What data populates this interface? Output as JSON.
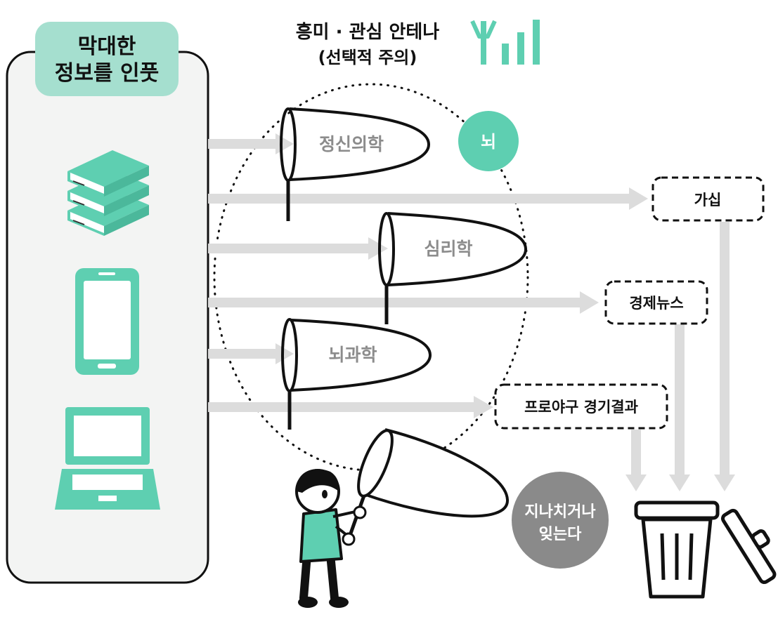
{
  "colors": {
    "accent": "#5ecfb1",
    "accent_light": "#a5dfcf",
    "panel_bg": "#f3f4f3",
    "arrow": "#dcdcdc",
    "gray_circle": "#8a8a8a",
    "ink": "#111111"
  },
  "input_box": {
    "title_line1": "막대한",
    "title_line2": "정보를 인풋",
    "icons": [
      "books-icon",
      "smartphone-icon",
      "laptop-icon"
    ]
  },
  "antenna": {
    "title_line1": "흥미 · 관심 안테나",
    "title_line2": "(선택적 주의)",
    "icon": "signal-antenna-icon"
  },
  "brain_badge": "뇌",
  "nets": [
    {
      "label": "정신의학"
    },
    {
      "label": "심리학"
    },
    {
      "label": "뇌과학"
    }
  ],
  "missed": [
    {
      "label": "가십"
    },
    {
      "label": "경제뉴스"
    },
    {
      "label": "프로야구 경기결과"
    }
  ],
  "outcome": {
    "line1": "지나치거나",
    "line2": "잊는다",
    "icon": "trash-can-icon"
  },
  "person_icon": "person-with-net-icon"
}
